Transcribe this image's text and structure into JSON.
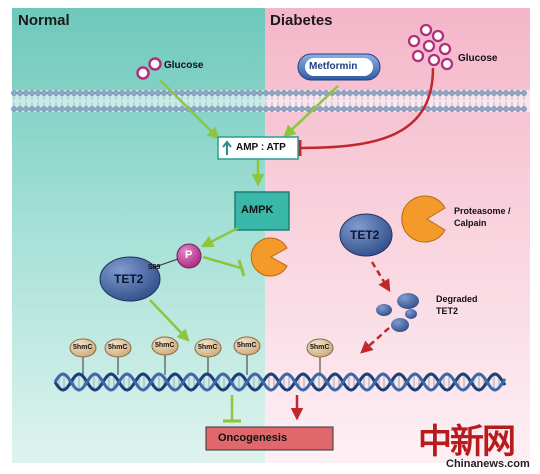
{
  "panels": {
    "normal_title": "Normal",
    "diabetes_title": "Diabetes"
  },
  "labels": {
    "glucose_left": "Glucose",
    "glucose_right": "Glucose",
    "metformin": "Metformin",
    "amp_atp": "AMP : ATP",
    "ampk": "AMPK",
    "phospho": "P",
    "s99": "S99",
    "tet2_left": "TET2",
    "tet2_right": "TET2",
    "proteasome_line1": "Proteasome /",
    "proteasome_line2": "Calpain",
    "degraded_line1": "Degraded",
    "degraded_line2": "TET2",
    "fivehmc": "5hmC",
    "oncogenesis": "Oncogenesis"
  },
  "watermark": {
    "chinese": "中新网",
    "url": "Chinanews.com"
  },
  "colors": {
    "normal_bg": "#7fd0c3",
    "diabetes_bg": "#f6c3d3",
    "activation_arrow": "#8cc63f",
    "inhibition_arrow": "#c0282d",
    "tet2_fill": "#3c5a95",
    "ampk_fill": "#39b7a8",
    "pacman": "#f39a2b",
    "phospho": "#c23a94",
    "oncogenesis_fill": "#e0686c"
  }
}
